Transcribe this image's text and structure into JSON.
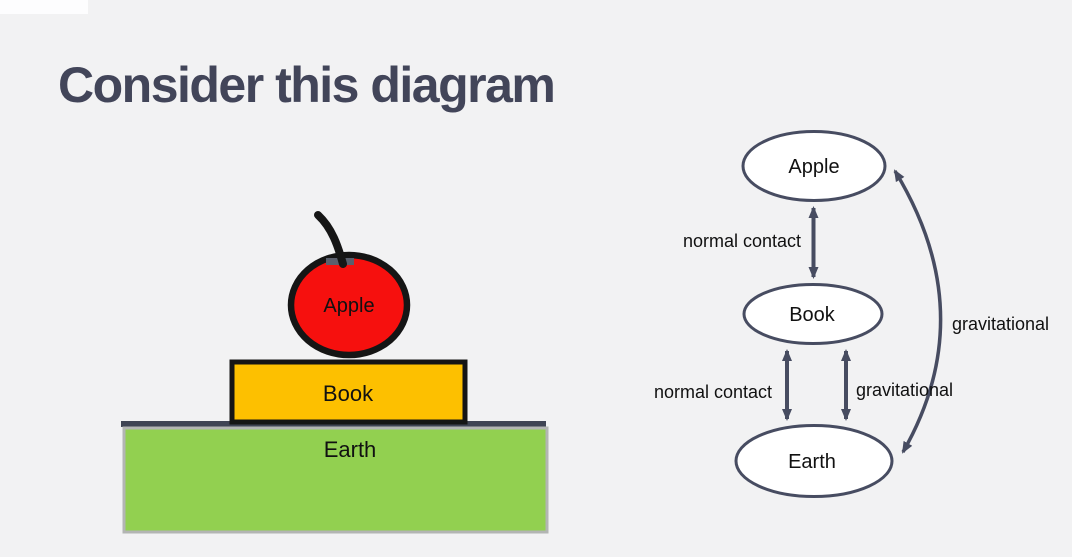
{
  "slide": {
    "title": "Consider this diagram"
  },
  "colors": {
    "background": "#f2f2f3",
    "title_text": "#424559",
    "apple_fill": "#f6100e",
    "book_fill": "#fdc000",
    "earth_fill": "#92d050",
    "earth_border": "#b3b5b3",
    "earth_surface_line": "#3f4454",
    "outline_black": "#151515",
    "diagram_stroke": "#474c61",
    "node_fill": "#ffffff",
    "label_text": "#111111"
  },
  "illustration": {
    "apple_label": "Apple",
    "book_label": "Book",
    "earth_label": "Earth"
  },
  "force_diagram": {
    "nodes": [
      {
        "id": "apple",
        "label": "Apple"
      },
      {
        "id": "book",
        "label": "Book"
      },
      {
        "id": "earth",
        "label": "Earth"
      }
    ],
    "edges": [
      {
        "from": "Apple",
        "to": "Book",
        "label": "normal contact",
        "style": "straight-double-arrow"
      },
      {
        "from": "Book",
        "to": "Earth",
        "label": "normal contact",
        "style": "straight-double-arrow"
      },
      {
        "from": "Book",
        "to": "Earth",
        "label": "gravitational",
        "style": "straight-double-arrow"
      },
      {
        "from": "Apple",
        "to": "Earth",
        "label": "gravitational",
        "style": "curved-double-arrow"
      }
    ]
  }
}
